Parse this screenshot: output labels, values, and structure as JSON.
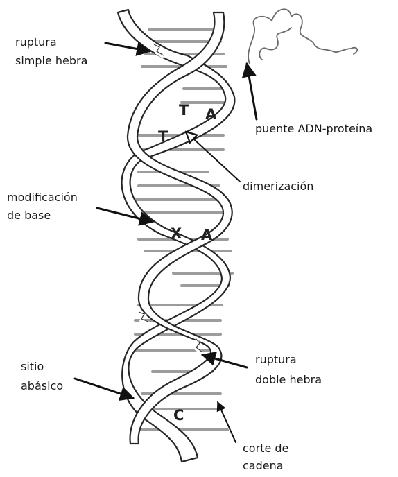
{
  "labels": {
    "ss_break_1": "ruptura",
    "ss_break_2": "simple hebra",
    "crosslink": "puente ADN-proteína",
    "dimer": "dimerización",
    "base_mod_1": "modificación",
    "base_mod_2": "de base",
    "abasic_1": "sitio",
    "abasic_2": "abásico",
    "ds_break_1": "ruptura",
    "ds_break_2": "doble hebra",
    "chain_cut_1": "corte de",
    "chain_cut_2": "cadena"
  },
  "bases": {
    "t1": "T",
    "a1": "A",
    "t2": "T",
    "x": "X",
    "a2": "A",
    "c": "C"
  },
  "colors": {
    "stroke": "#262626",
    "rung": "#aaaaaa",
    "strand_fill": "#ffffff",
    "protein": "#6a6a6a"
  }
}
